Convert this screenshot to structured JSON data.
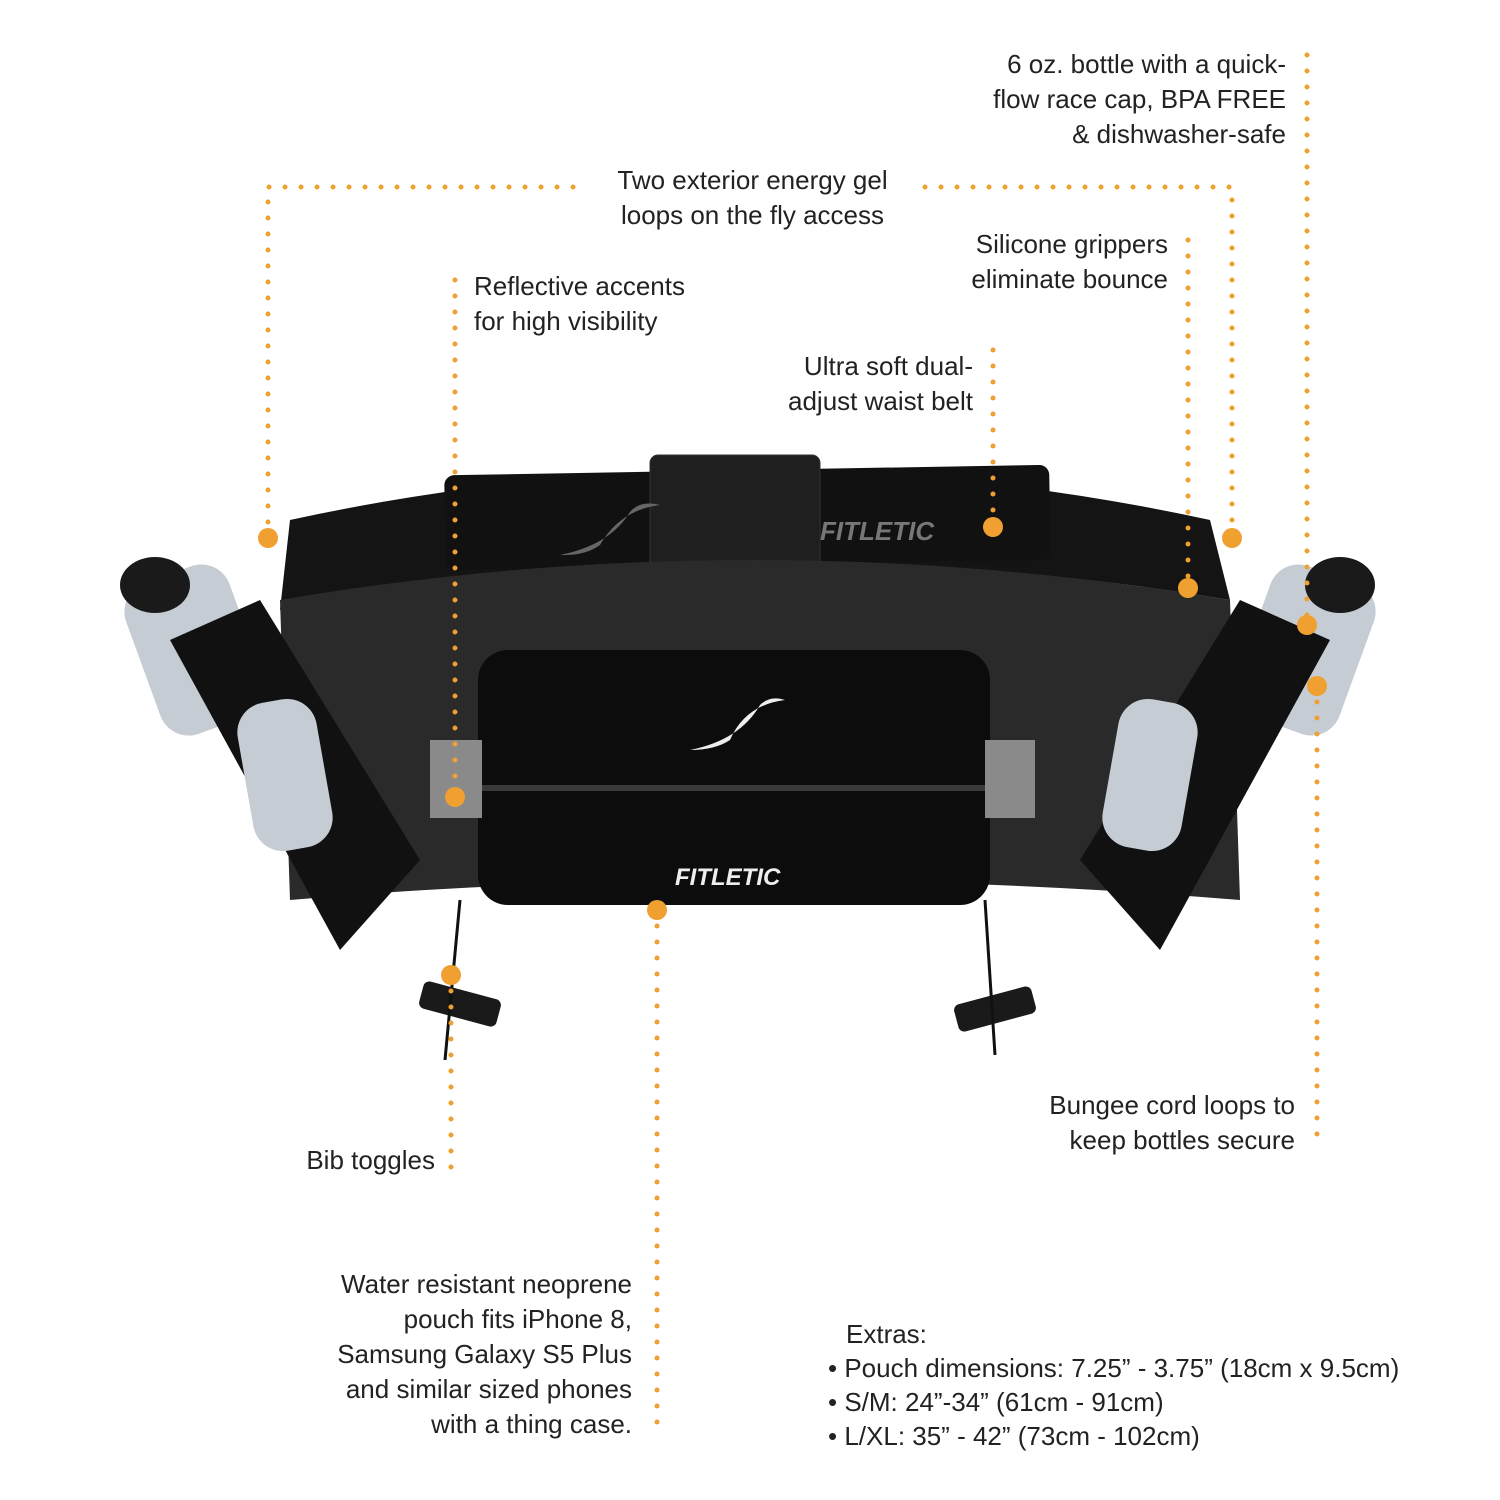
{
  "brand": "FITLETIC",
  "accent_color": "#f0a030",
  "callouts": {
    "bottle": [
      "6 oz. bottle with a quick-",
      "flow race cap, BPA FREE",
      "& dishwasher-safe"
    ],
    "gel_loops": [
      "Two exterior energy gel",
      "loops on the fly access"
    ],
    "silicone": [
      "Silicone grippers",
      "eliminate bounce"
    ],
    "reflective": [
      "Reflective accents",
      "for high visibility"
    ],
    "waist_belt": [
      "Ultra soft dual-",
      "adjust waist belt"
    ],
    "bungee": [
      "Bungee cord loops to",
      "keep bottles secure"
    ],
    "bib": [
      "Bib toggles"
    ],
    "pouch": [
      "Water resistant neoprene",
      "pouch fits iPhone 8,",
      "Samsung Galaxy S5 Plus",
      "and similar sized phones",
      "with a thing case."
    ]
  },
  "extras": {
    "title": "Extras:",
    "items": [
      "Pouch dimensions: 7.25” - 3.75” (18cm x 9.5cm)",
      "S/M: 24”-34” (61cm - 91cm)",
      "L/XL: 35” - 42” (73cm - 102cm)"
    ]
  }
}
